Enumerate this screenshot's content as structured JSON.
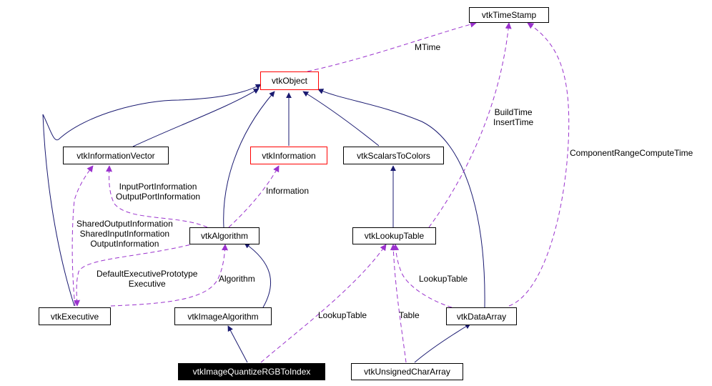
{
  "diagram": {
    "nodes": {
      "vtkTimeStamp": "vtkTimeStamp",
      "vtkObject": "vtkObject",
      "vtkInformationVector": "vtkInformationVector",
      "vtkInformation": "vtkInformation",
      "vtkScalarsToColors": "vtkScalarsToColors",
      "vtkAlgorithm": "vtkAlgorithm",
      "vtkLookupTable": "vtkLookupTable",
      "vtkExecutive": "vtkExecutive",
      "vtkImageAlgorithm": "vtkImageAlgorithm",
      "vtkDataArray": "vtkDataArray",
      "vtkImageQuantizeRGBToIndex": "vtkImageQuantizeRGBToIndex",
      "vtkUnsignedCharArray": "vtkUnsignedCharArray"
    },
    "edge_labels": {
      "mtime": "MTime",
      "build_time": "BuildTime",
      "insert_time": "InsertTime",
      "component_range_compute_time": "ComponentRangeComputeTime",
      "input_port_information": "InputPortInformation",
      "output_port_information": "OutputPortInformation",
      "information": "Information",
      "shared_output_information": "SharedOutputInformation",
      "shared_input_information": "SharedInputInformation",
      "output_information": "OutputInformation",
      "default_executive_prototype": "DefaultExecutivePrototype",
      "executive": "Executive",
      "algorithm": "Algorithm",
      "lookup_table_dataarray": "LookupTable",
      "lookup_table_quantize": "LookupTable",
      "table": "Table"
    },
    "colors": {
      "inheritance": "#191970",
      "usage": "#9a32cd",
      "node_border": "#000000",
      "documented_border": "#ff0000",
      "focus_fill": "#000000",
      "focus_text": "#ffffff"
    }
  }
}
